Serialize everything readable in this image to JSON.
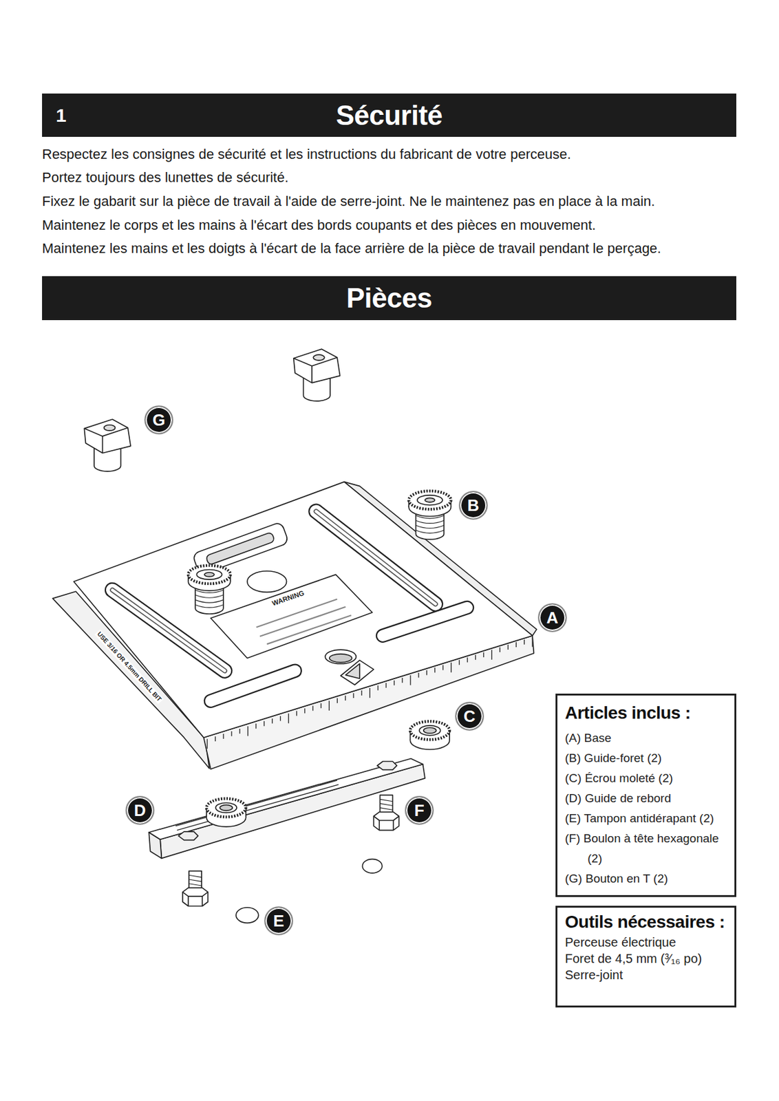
{
  "diagram": {
    "nodes": [
      {
        "text": [
          "1",
          "Sécurité"
        ]
      },
      {
        "text": [
          "Pièces"
        ]
      },
      {
        "text": [
          "G"
        ]
      },
      {
        "text": [
          "B"
        ]
      },
      {
        "text": [
          "A"
        ]
      },
      {
        "text": [
          "C"
        ]
      },
      {
        "text": [
          "D"
        ]
      },
      {
        "text": [
          "F"
        ]
      },
      {
        "text": [
          "E"
        ]
      },
      {
        "text": [
          "Articles inclus :",
          "(A) Base",
          "(B) Guide-foret (2)",
          "(C) Écrou moleté (2)",
          "(D) Guide de rebord",
          "(E) Tampon antidérapant (2)",
          "(F) Boulon à tête hexagonale (2)",
          "(G) Bouton en T (2)"
        ]
      },
      {
        "text": [
          "Outils nécessaires :",
          "Perceuse électrique",
          "Foret de 4,5 mm (³⁄₁₆ po)",
          "Serre-joint"
        ]
      }
    ],
    "labels": [
      "Respectez les consignes de sécurité et les instructions du fabricant de votre perceuse.",
      "Portez toujours des lunettes de sécurité.",
      "Fixez le gabarit sur la pièce de travail à l'aide de serre-joint. Ne le maintenez pas en place à la main.",
      "Maintenez le corps et les mains à l'écart des bords coupants et des pièces en mouvement.",
      "Maintenez les mains et les doigts à l'écart de la face arrière de la pièce de travail pendant le perçage.",
      "WARNING",
      "USE 3/16 OR 4.5mm DRILL BIT"
    ]
  }
}
